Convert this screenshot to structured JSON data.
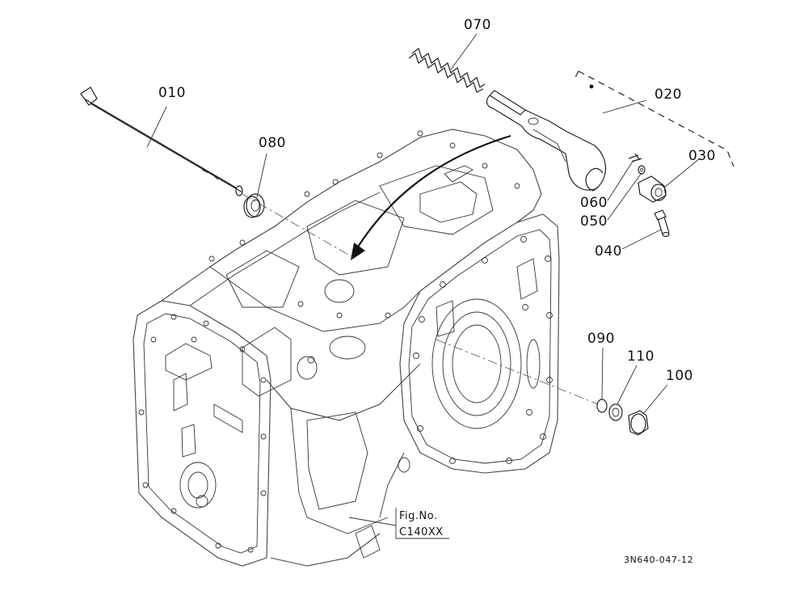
{
  "diagram": {
    "part_labels": [
      {
        "id": "p010",
        "text": "010"
      },
      {
        "id": "p020",
        "text": "020"
      },
      {
        "id": "p030",
        "text": "030"
      },
      {
        "id": "p040",
        "text": "040"
      },
      {
        "id": "p050",
        "text": "050"
      },
      {
        "id": "p060",
        "text": "060"
      },
      {
        "id": "p070",
        "text": "070"
      },
      {
        "id": "p080",
        "text": "080"
      },
      {
        "id": "p090",
        "text": "090"
      },
      {
        "id": "p100",
        "text": "100"
      },
      {
        "id": "p110",
        "text": "110"
      }
    ],
    "fig_box": {
      "line1": "Fig.No.",
      "line2": "C140XX"
    },
    "drawing_code": "3N640-047-12"
  }
}
